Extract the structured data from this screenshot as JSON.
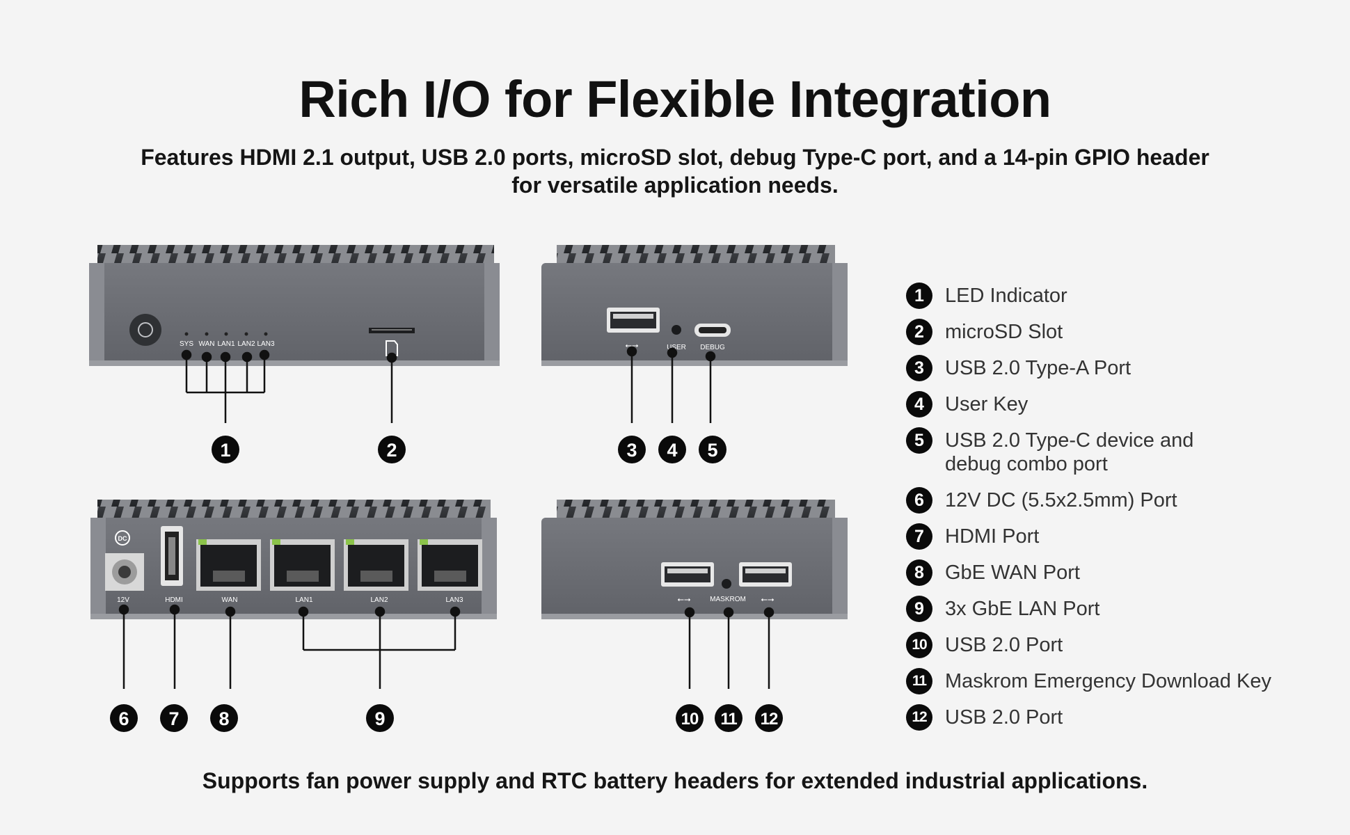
{
  "title": "Rich I/O for Flexible Integration",
  "subtitle": "Features HDMI 2.1 output, USB 2.0 ports, microSD slot, debug Type-C port, and a 14-pin GPIO header for versatile application needs.",
  "footer": "Supports fan power supply and RTC battery headers for extended industrial applications.",
  "panels": {
    "front_leds": [
      "SYS",
      "WAN",
      "LAN1",
      "LAN2",
      "LAN3"
    ],
    "side_a": {
      "user_label": "USER",
      "debug_label": "DEBUG"
    },
    "rear": {
      "labels": [
        "12V",
        "HDMI",
        "WAN",
        "LAN1",
        "LAN2",
        "LAN3"
      ],
      "dc_label": "DC"
    },
    "side_b": {
      "maskrom_label": "MASKROM"
    }
  },
  "callouts": [
    "1",
    "2",
    "3",
    "4",
    "5",
    "6",
    "7",
    "8",
    "9",
    "10",
    "11",
    "12"
  ],
  "legend": [
    {
      "num": "1",
      "text": "LED Indicator"
    },
    {
      "num": "2",
      "text": "microSD Slot"
    },
    {
      "num": "3",
      "text": "USB 2.0 Type-A Port"
    },
    {
      "num": "4",
      "text": "User Key"
    },
    {
      "num": "5",
      "text": "USB 2.0 Type-C device and debug combo port"
    },
    {
      "num": "6",
      "text": "12V DC (5.5x2.5mm) Port"
    },
    {
      "num": "7",
      "text": "HDMI Port"
    },
    {
      "num": "8",
      "text": "GbE WAN Port"
    },
    {
      "num": "9",
      "text": "3x GbE LAN Port"
    },
    {
      "num": "10",
      "text": "USB 2.0 Port"
    },
    {
      "num": "11",
      "text": "Maskrom Emergency Download Key"
    },
    {
      "num": "12",
      "text": "USB 2.0 Port"
    }
  ],
  "colors": {
    "body": "#6c6e74",
    "fins": "#2e3033",
    "accent": "#0a0a0a"
  }
}
